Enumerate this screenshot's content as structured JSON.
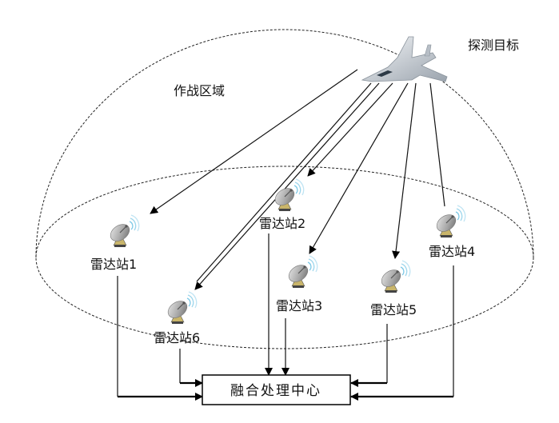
{
  "title": "雷达组网探测示意图",
  "labels": {
    "target": "探测目标",
    "area": "作战区域",
    "center": "融合处理中心"
  },
  "stations": [
    {
      "id": 1,
      "label": "雷达站1"
    },
    {
      "id": 2,
      "label": "雷达站2"
    },
    {
      "id": 3,
      "label": "雷达站3"
    },
    {
      "id": 4,
      "label": "雷达站4"
    },
    {
      "id": 5,
      "label": "雷达站5"
    },
    {
      "id": 6,
      "label": "雷达站6"
    }
  ],
  "icons": {
    "target": "fighter-jet-icon",
    "station": "radar-dish-icon"
  },
  "colors": {
    "line": "#111111",
    "signal": "#6fc3e0",
    "dish": "#9a9a9a"
  }
}
